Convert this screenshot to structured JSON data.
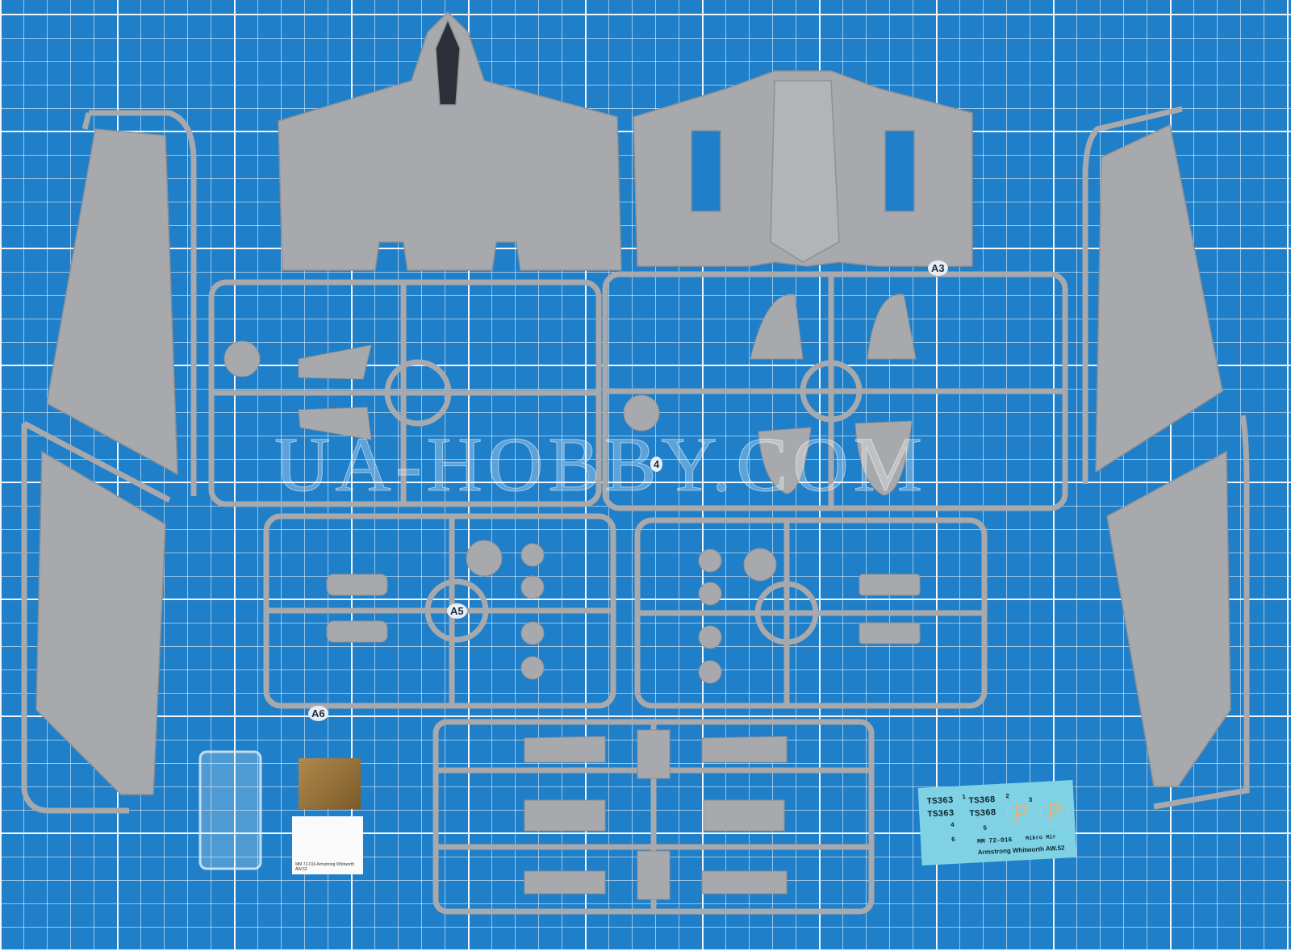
{
  "sprue_labels": {
    "a3": "A3",
    "a4": "4",
    "a5": "A5",
    "a6": "A6"
  },
  "watermark": "UA-HOBBY.COM",
  "decal_sheet": {
    "codes": [
      "TS363",
      "TS368",
      "TS363",
      "TS368"
    ],
    "numbers": [
      "1",
      "2",
      "3",
      "4",
      "5",
      "6"
    ],
    "roundel_letter": "P",
    "kit_number": "MM 72-016",
    "brand": "Mikro Mir",
    "title": "Armstrong Whitworth AW.52"
  },
  "instrument_panel_caption": "MM 72-016  Armstrong Whitworth AW.52",
  "colors": {
    "mat": "#1f7fc9",
    "plastic": "#a9abae",
    "decal": "#7ed2e4",
    "photoetch": "#a07c40"
  }
}
